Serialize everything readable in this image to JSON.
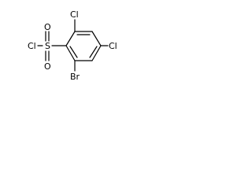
{
  "molecule": {
    "atoms": {
      "chlorine_top": "Cl",
      "chlorine_right": "Cl",
      "sulfonyl_sulfur": "S",
      "sulfonyl_oxygen_top": "O",
      "sulfonyl_oxygen_bottom": "O",
      "sulfonyl_chlorine": "Cl",
      "bromine": "Br"
    }
  }
}
